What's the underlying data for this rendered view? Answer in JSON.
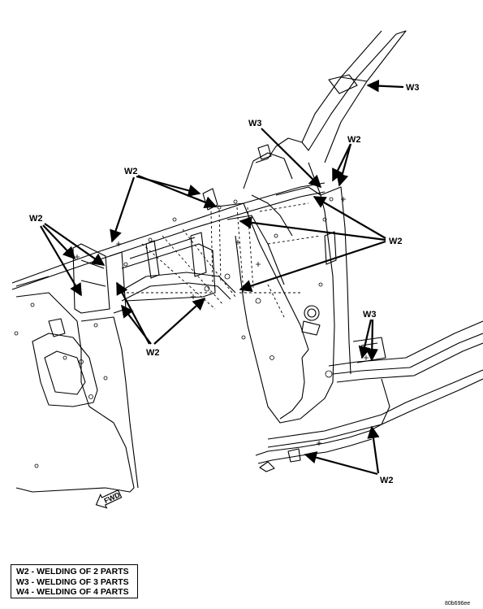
{
  "callouts": {
    "w3_top": "W3",
    "w3_pillar": "W3",
    "w2_upper_right": "W2",
    "w2_upper_mid": "W2",
    "w2_left": "W2",
    "w2_right_mid": "W2",
    "w2_lower_mid": "W2",
    "w3_sill": "W3",
    "w2_bottom": "W2"
  },
  "fwd_label": "FWD",
  "legend": [
    "W2 - WELDING OF 2 PARTS",
    "W3 - WELDING OF 3 PARTS",
    "W4 - WELDING OF 4 PARTS"
  ],
  "reference_code": "80b696ee"
}
